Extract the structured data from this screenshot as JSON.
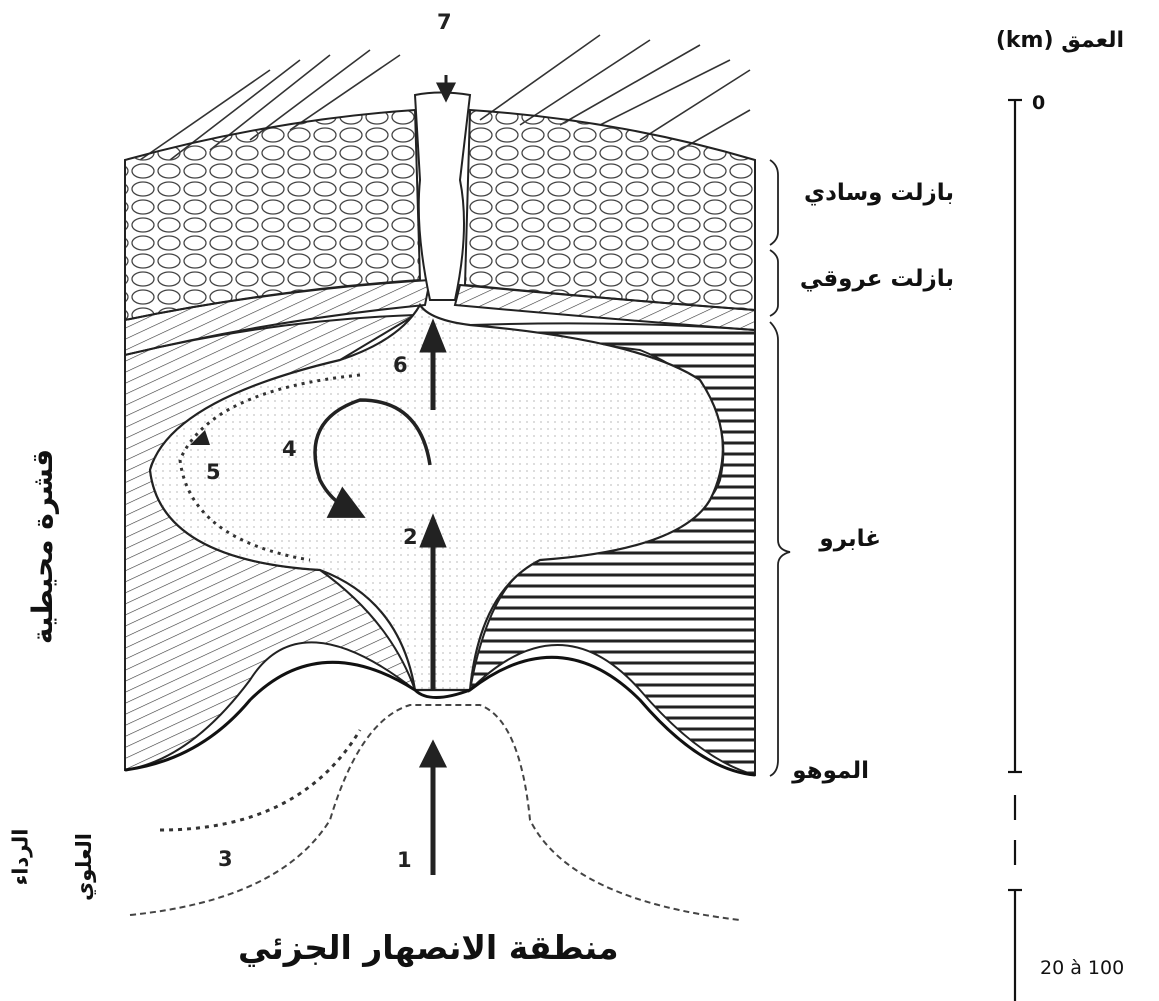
{
  "depth": {
    "title": "العمق (km)",
    "top_value": "0",
    "bottom_value": "20 à 100"
  },
  "layers": {
    "pillow_basalt": "بازلت وسادي",
    "sheeted_dikes": "بازلت عروقي",
    "gabbro": "غابرو",
    "moho": "الموهو"
  },
  "regions": {
    "oceanic_crust": "قشرة محيطية",
    "upper_mantle_line1": "الرداء",
    "upper_mantle_line2": "العلوي",
    "partial_melting": "منطقة الانصهار الجزئي"
  },
  "stages": [
    "1",
    "2",
    "3",
    "4",
    "5",
    "6",
    "7"
  ]
}
